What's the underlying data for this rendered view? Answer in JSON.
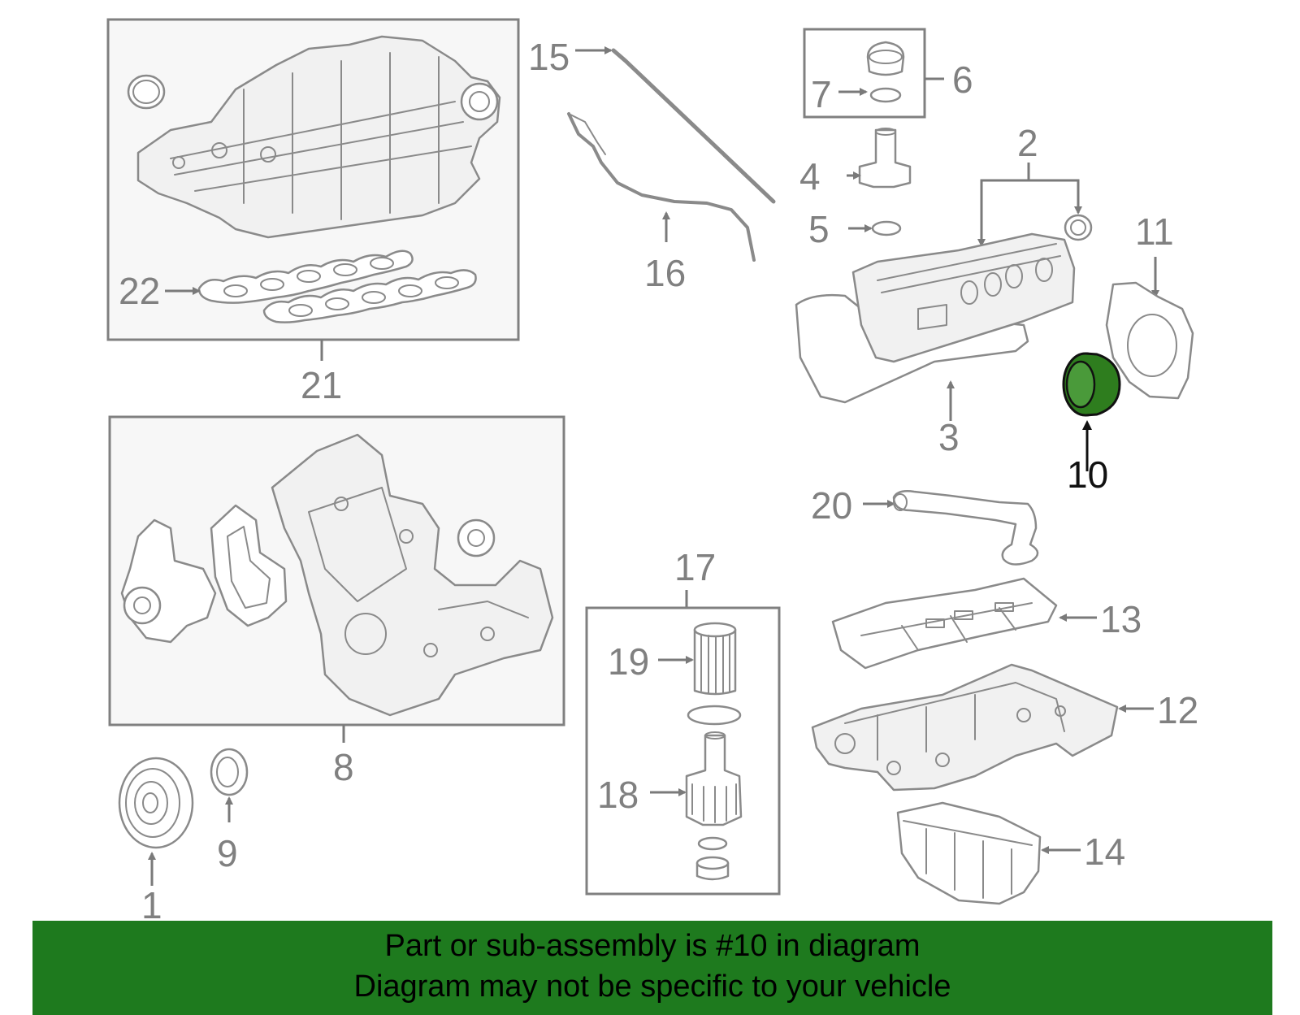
{
  "callouts": {
    "n1": "1",
    "n2": "2",
    "n3": "3",
    "n4": "4",
    "n5": "5",
    "n6": "6",
    "n7": "7",
    "n8": "8",
    "n9": "9",
    "n10": "10",
    "n11": "11",
    "n12": "12",
    "n13": "13",
    "n14": "14",
    "n15": "15",
    "n16": "16",
    "n17": "17",
    "n18": "18",
    "n19": "19",
    "n20": "20",
    "n21": "21",
    "n22": "22"
  },
  "highlight": {
    "part": "10",
    "color": "#2e7d1e"
  },
  "banner": {
    "line1": "Part or sub-assembly is #10 in diagram",
    "line2": "Diagram may not be specific to your vehicle",
    "background": "#1e7a1e"
  }
}
